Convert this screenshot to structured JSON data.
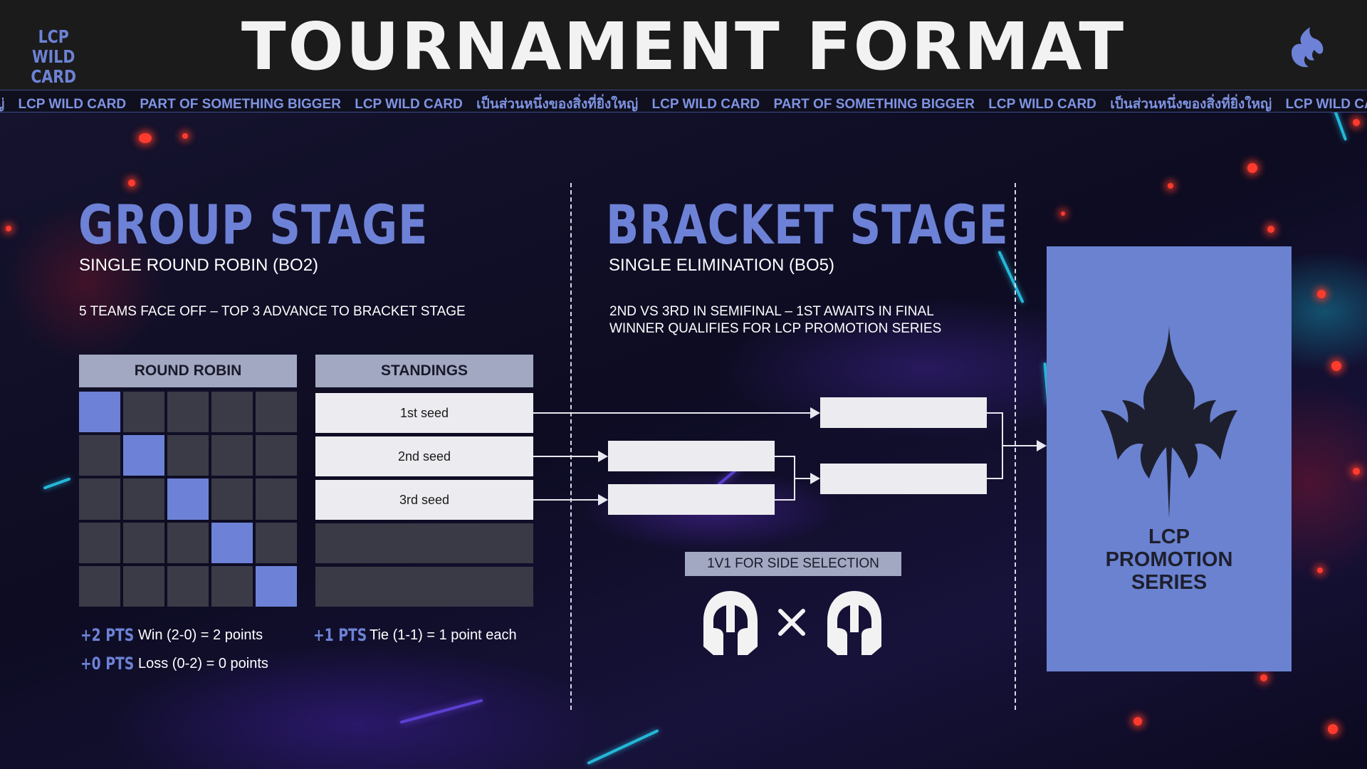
{
  "header": {
    "logo_line1": "LCP",
    "logo_line2": "WILD CARD",
    "title": "TOURNAMENT FORMAT",
    "ticker": [
      "ญ่",
      "LCP WILD CARD",
      "PART OF SOMETHING BIGGER",
      "LCP WILD CARD",
      "เป็นส่วนหนึ่งของสิ่งที่ยิ่งใหญ่",
      "LCP WILD CARD",
      "PART OF SOMETHING BIGGER",
      "LCP WILD CARD",
      "เป็นส่วนหนึ่งของสิ่งที่ยิ่งใหญ่",
      "LCP WILD CA"
    ]
  },
  "group_stage": {
    "title": "GROUP STAGE",
    "subtitle": "SINGLE ROUND ROBIN (BO2)",
    "description": "5 TEAMS FACE OFF – TOP 3 ADVANCE TO BRACKET STAGE",
    "round_robin_label": "ROUND ROBIN",
    "standings_label": "STANDINGS",
    "seeds": [
      "1st seed",
      "2nd seed",
      "3rd seed"
    ],
    "points": [
      {
        "label": "+2 PTS",
        "text": "Win (2-0) = 2 points"
      },
      {
        "label": "+1 PTS",
        "text": "Tie (1-1) = 1 point each"
      },
      {
        "label": "+0 PTS",
        "text": "Loss (0-2) = 0 points"
      }
    ]
  },
  "bracket_stage": {
    "title": "BRACKET STAGE",
    "subtitle": "SINGLE ELIMINATION (BO5)",
    "description_line1": "2ND VS 3RD IN SEMIFINAL – 1ST AWAITS IN FINAL",
    "description_line2": "WINNER QUALIFIES FOR LCP PROMOTION SERIES",
    "side_selection": "1V1 FOR SIDE SELECTION"
  },
  "promotion": {
    "line1": "LCP",
    "line2": "PROMOTION",
    "line3": "SERIES"
  },
  "colors": {
    "accent": "#6d82d6",
    "header_bg": "#1b1b1b",
    "panel_head": "#a2a8c2",
    "box": "#ececf0",
    "cell": "#3b3b48"
  },
  "icons": [
    "flame-icon",
    "helmet-icon",
    "crossed-swords-icon",
    "crown-crest-icon"
  ]
}
